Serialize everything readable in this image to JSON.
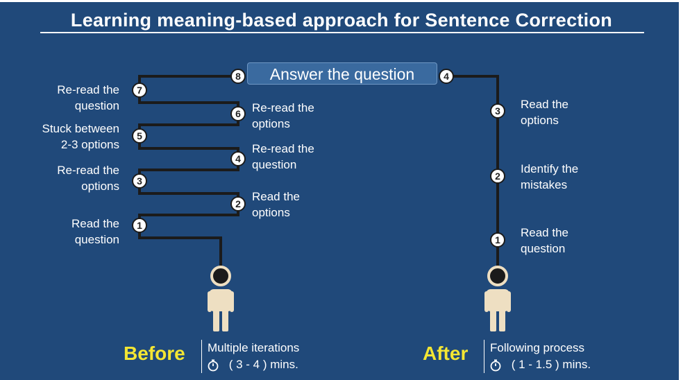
{
  "title": "Learning meaning-based approach for Sentence Correction",
  "answer": "Answer the question",
  "before": {
    "steps": [
      {
        "n": "1",
        "line1": "Read the",
        "line2": "question"
      },
      {
        "n": "2",
        "line1": "Read the",
        "line2": "options"
      },
      {
        "n": "3",
        "line1": "Re-read the",
        "line2": "options"
      },
      {
        "n": "4",
        "line1": "Re-read the",
        "line2": "question"
      },
      {
        "n": "5",
        "line1": "Stuck between",
        "line2": "2-3 options"
      },
      {
        "n": "6",
        "line1": "Re-read the",
        "line2": "options"
      },
      {
        "n": "7",
        "line1": "Re-read the",
        "line2": "question"
      },
      {
        "n": "8"
      }
    ],
    "label": "Before",
    "desc": "Multiple iterations",
    "time": "( 3 - 4 ) mins."
  },
  "after": {
    "steps": [
      {
        "n": "1",
        "line1": "Read the",
        "line2": "question"
      },
      {
        "n": "2",
        "line1": "Identify the",
        "line2": "mistakes"
      },
      {
        "n": "3",
        "line1": "Read the",
        "line2": "options"
      },
      {
        "n": "4"
      }
    ],
    "label": "After",
    "desc": "Following process",
    "time": "( 1 - 1.5 ) mins."
  },
  "colors": {
    "background": "#20497a",
    "line": "#1b1b1b",
    "figure": "#eedfc2",
    "accent": "#f4e633"
  },
  "icons": [
    "person-icon",
    "stopwatch-icon"
  ]
}
